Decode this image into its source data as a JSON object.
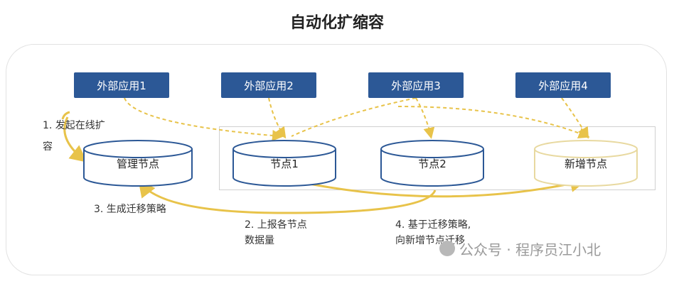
{
  "title": "自动化扩缩容",
  "apps": [
    "外部应用1",
    "外部应用2",
    "外部应用3",
    "外部应用4"
  ],
  "nodes": {
    "manager": "管理节点",
    "node1": "节点1",
    "node2": "节点2",
    "new_node": "新增节点"
  },
  "steps": {
    "step1_line1": "1. 发起在线扩",
    "step1_line2": "容",
    "step2_line1": "2. 上报各节点",
    "step2_line2": "数据量",
    "step3": "3. 生成迁移策略",
    "step4_line1": "4. 基于迁移策略,",
    "step4_line2": "向新增节点迁移"
  },
  "watermark": "公众号 · 程序员江小北",
  "colors": {
    "app_fill": "#2c5896",
    "arrow": "#e8c34a",
    "node_stroke": "#2c5896",
    "new_node_stroke": "#e8d9a0"
  }
}
